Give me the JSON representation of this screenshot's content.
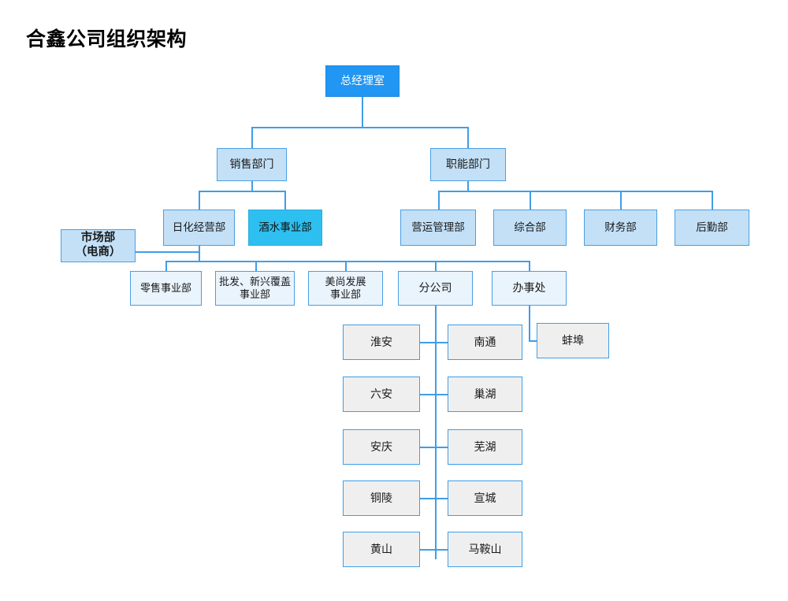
{
  "page": {
    "title": "合鑫公司组织架构",
    "accent_blue": "#2196f3",
    "node_blue_fill": "#c3e0f7",
    "highlight_cyan": "#2dbff0",
    "city_gray": "#efefef",
    "line_color": "#3f9ee8"
  },
  "nodes": {
    "root": "总经理室",
    "level2": {
      "sales": "销售部门",
      "functional": "职能部门"
    },
    "sales_children": {
      "daily_chemical": "日化经营部",
      "beverage": "酒水事业部"
    },
    "market": "市场部\n（电商）",
    "functional_children": {
      "operations": "营运管理部",
      "general": "综合部",
      "finance": "财务部",
      "logistics": "后勤部"
    },
    "business_units": {
      "retail": "零售事业部",
      "wholesale": "批发、新兴覆盖\n事业部",
      "meishang": "美尚发展\n事业部",
      "branch": "分公司",
      "office": "办事处"
    },
    "branch_cities_left": [
      "淮安",
      "六安",
      "安庆",
      "铜陵",
      "黄山"
    ],
    "branch_cities_right": [
      "南通",
      "巢湖",
      "芜湖",
      "宣城",
      "马鞍山"
    ],
    "office_cities": [
      "蚌埠"
    ]
  },
  "chart_data": {
    "type": "diagram",
    "diagram_kind": "org-chart",
    "title": "合鑫公司组织架构",
    "levels": [
      {
        "depth": 0,
        "items": [
          "总经理室"
        ]
      },
      {
        "depth": 1,
        "items": [
          "销售部门",
          "职能部门"
        ]
      },
      {
        "depth": 2,
        "items": [
          "日化经营部",
          "酒水事业部",
          "市场部（电商）",
          "营运管理部",
          "综合部",
          "财务部",
          "后勤部"
        ]
      },
      {
        "depth": 3,
        "items": [
          "零售事业部",
          "批发、新兴覆盖事业部",
          "美尚发展事业部",
          "分公司",
          "办事处"
        ]
      },
      {
        "depth": 4,
        "items": [
          "淮安",
          "南通",
          "六安",
          "巢湖",
          "安庆",
          "芜湖",
          "铜陵",
          "宣城",
          "黄山",
          "马鞍山",
          "蚌埠"
        ]
      }
    ],
    "edges": [
      [
        "总经理室",
        "销售部门"
      ],
      [
        "总经理室",
        "职能部门"
      ],
      [
        "销售部门",
        "日化经营部"
      ],
      [
        "销售部门",
        "酒水事业部"
      ],
      [
        "销售部门",
        "市场部（电商）"
      ],
      [
        "职能部门",
        "营运管理部"
      ],
      [
        "职能部门",
        "综合部"
      ],
      [
        "职能部门",
        "财务部"
      ],
      [
        "职能部门",
        "后勤部"
      ],
      [
        "日化经营部",
        "零售事业部"
      ],
      [
        "日化经营部",
        "批发、新兴覆盖事业部"
      ],
      [
        "日化经营部",
        "美尚发展事业部"
      ],
      [
        "日化经营部",
        "分公司"
      ],
      [
        "日化经营部",
        "办事处"
      ],
      [
        "分公司",
        "淮安"
      ],
      [
        "分公司",
        "南通"
      ],
      [
        "分公司",
        "六安"
      ],
      [
        "分公司",
        "巢湖"
      ],
      [
        "分公司",
        "安庆"
      ],
      [
        "分公司",
        "芜湖"
      ],
      [
        "分公司",
        "铜陵"
      ],
      [
        "分公司",
        "宣城"
      ],
      [
        "分公司",
        "黄山"
      ],
      [
        "分公司",
        "马鞍山"
      ],
      [
        "办事处",
        "蚌埠"
      ]
    ],
    "highlighted": [
      "酒水事业部"
    ]
  }
}
